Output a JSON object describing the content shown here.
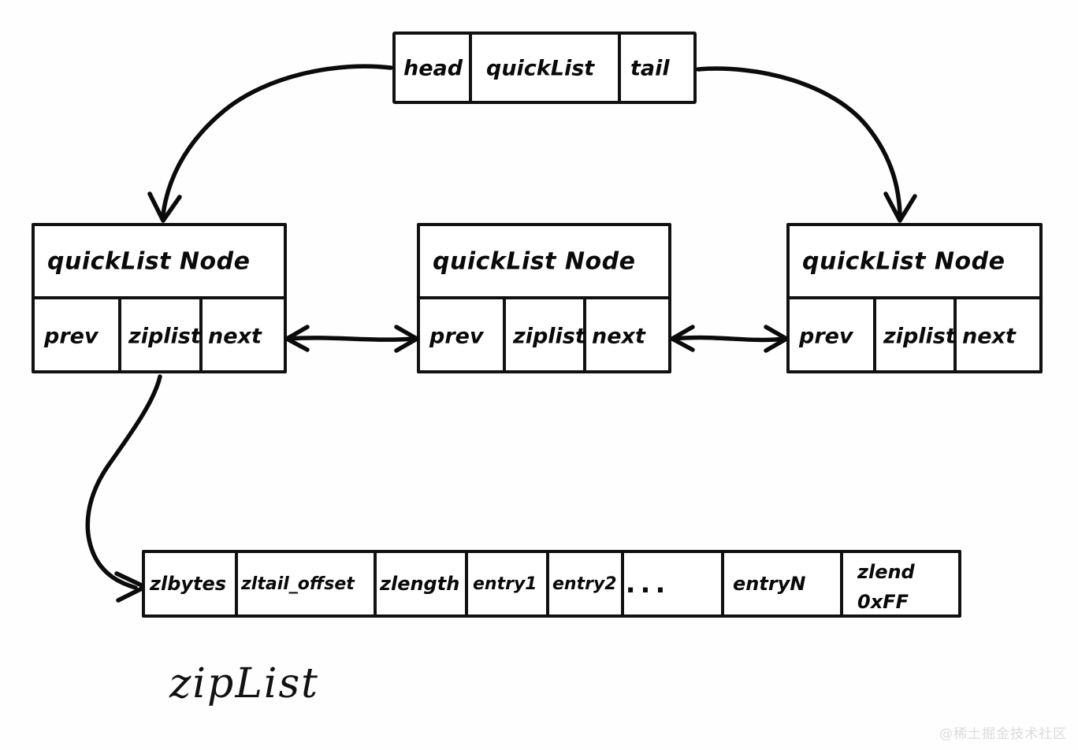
{
  "diagram": {
    "title_caption": "zipList",
    "quicklist_header": {
      "cells": [
        {
          "label": "head",
          "name": "head"
        },
        {
          "label": "quickList",
          "name": "quicklist"
        },
        {
          "label": "tail",
          "name": "tail"
        }
      ]
    },
    "nodes": [
      {
        "position": "left",
        "title": "quickList Node",
        "fields": [
          {
            "label": "prev"
          },
          {
            "label": "ziplist"
          },
          {
            "label": "next"
          }
        ]
      },
      {
        "position": "middle",
        "title": "quickList Node",
        "fields": [
          {
            "label": "prev"
          },
          {
            "label": "ziplist"
          },
          {
            "label": "next"
          }
        ]
      },
      {
        "position": "right",
        "title": "quickList Node",
        "fields": [
          {
            "label": "prev"
          },
          {
            "label": "ziplist"
          },
          {
            "label": "next"
          }
        ]
      }
    ],
    "ziplist": {
      "cells": [
        {
          "label": "zlbytes",
          "line2": ""
        },
        {
          "label": "zltail_offset",
          "line2": ""
        },
        {
          "label": "zlength",
          "line2": ""
        },
        {
          "label": "entry1",
          "line2": ""
        },
        {
          "label": "entry2",
          "line2": ""
        },
        {
          "label": "...",
          "line2": ""
        },
        {
          "label": "entryN",
          "line2": ""
        },
        {
          "label": "zlend",
          "line2": "0xFF"
        }
      ]
    },
    "connectors": [
      {
        "name": "head-to-left-node",
        "from": "head",
        "to": "left-node"
      },
      {
        "name": "tail-to-right-node",
        "from": "tail",
        "to": "right-node"
      },
      {
        "name": "left-next-middle-prev",
        "from": "left-node-next",
        "to": "middle-node-prev"
      },
      {
        "name": "middle-next-right-prev",
        "from": "middle-node-next",
        "to": "right-node-prev"
      },
      {
        "name": "ziplist-pointer",
        "from": "left-node-ziplist",
        "to": "ziplist-table"
      }
    ],
    "watermark": "@稀土掘金技术社区",
    "colors": {
      "ink": "#111111",
      "background": "#ffffff",
      "watermark": "#dcdcdc"
    }
  }
}
